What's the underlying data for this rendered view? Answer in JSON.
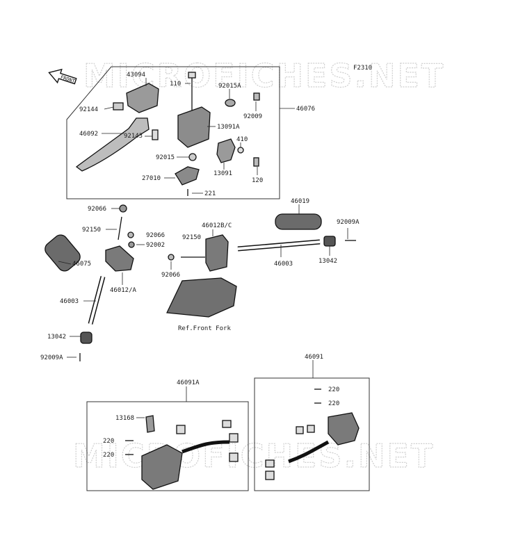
{
  "diagram_code": "F2310",
  "watermark": "MICROFICHES.NET",
  "front_label": "FRONT",
  "ref_note": "Ref.Front Fork",
  "labels": {
    "p43094": "43094",
    "p110": "110",
    "p92015A": "92015A",
    "p92144": "92144",
    "p92009": "92009",
    "p46076": "46076",
    "p13091A": "13091A",
    "p46092": "46092",
    "p92143": "92143",
    "p410": "410",
    "p92015": "92015",
    "p13091": "13091",
    "p120": "120",
    "p27010": "27010",
    "p221": "221",
    "p92066a": "92066",
    "p46019": "46019",
    "p92009A_right": "92009A",
    "p92150a": "92150",
    "p92066b": "92066",
    "p46012BC": "46012B/C",
    "p92002": "92002",
    "p92150b": "92150",
    "p46003_right": "46003",
    "p13042_right": "13042",
    "p46075": "46075",
    "p92066c": "92066",
    "p46012A": "46012/A",
    "p46003_left": "46003",
    "p13042_left": "13042",
    "p92009A_left": "92009A",
    "p46091": "46091",
    "p46091A": "46091A",
    "p220a": "220",
    "p220b": "220",
    "p13168": "13168",
    "p220c": "220",
    "p220d": "220"
  }
}
